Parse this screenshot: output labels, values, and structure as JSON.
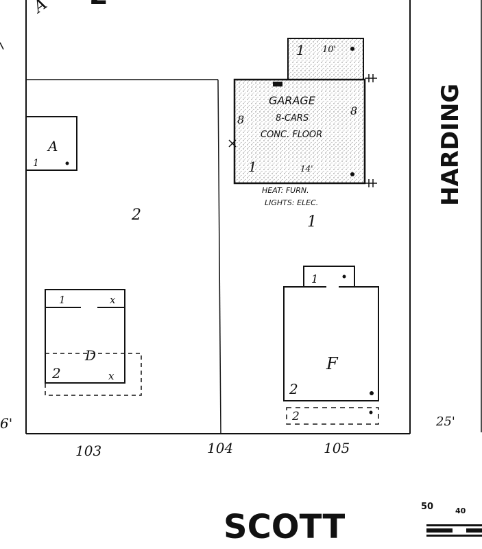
{
  "streets": {
    "east": "HARDING",
    "south": "SCOTT"
  },
  "frontage": {
    "west": "6'",
    "east": "25'"
  },
  "lots": [
    "103",
    "104",
    "105"
  ],
  "block_fragment": "A",
  "block_number_partial": "2",
  "garage": {
    "title": "GARAGE",
    "capacity": "8-CARS",
    "floor": "CONC. FLOOR",
    "heat": "HEAT: FURN.",
    "lights": "LIGHTS: ELEC.",
    "height_left": "8",
    "height_right": "8",
    "stories_bl": "1",
    "dim_bottom": "14'",
    "below_stories": "1"
  },
  "garage_annex": {
    "stories": "1",
    "dim": "10'"
  },
  "building_a": {
    "letter": "A",
    "stories": "1"
  },
  "lot_story": "2",
  "building_d": {
    "letter": "D",
    "stories_top": "1",
    "mark_top": "x",
    "stories_bottom": "2",
    "mark_bottom": "x"
  },
  "building_f": {
    "letter": "F",
    "annex_stories": "1",
    "stories": "2",
    "porch_stories": "2"
  },
  "scale": {
    "left": "50",
    "right": "40"
  }
}
